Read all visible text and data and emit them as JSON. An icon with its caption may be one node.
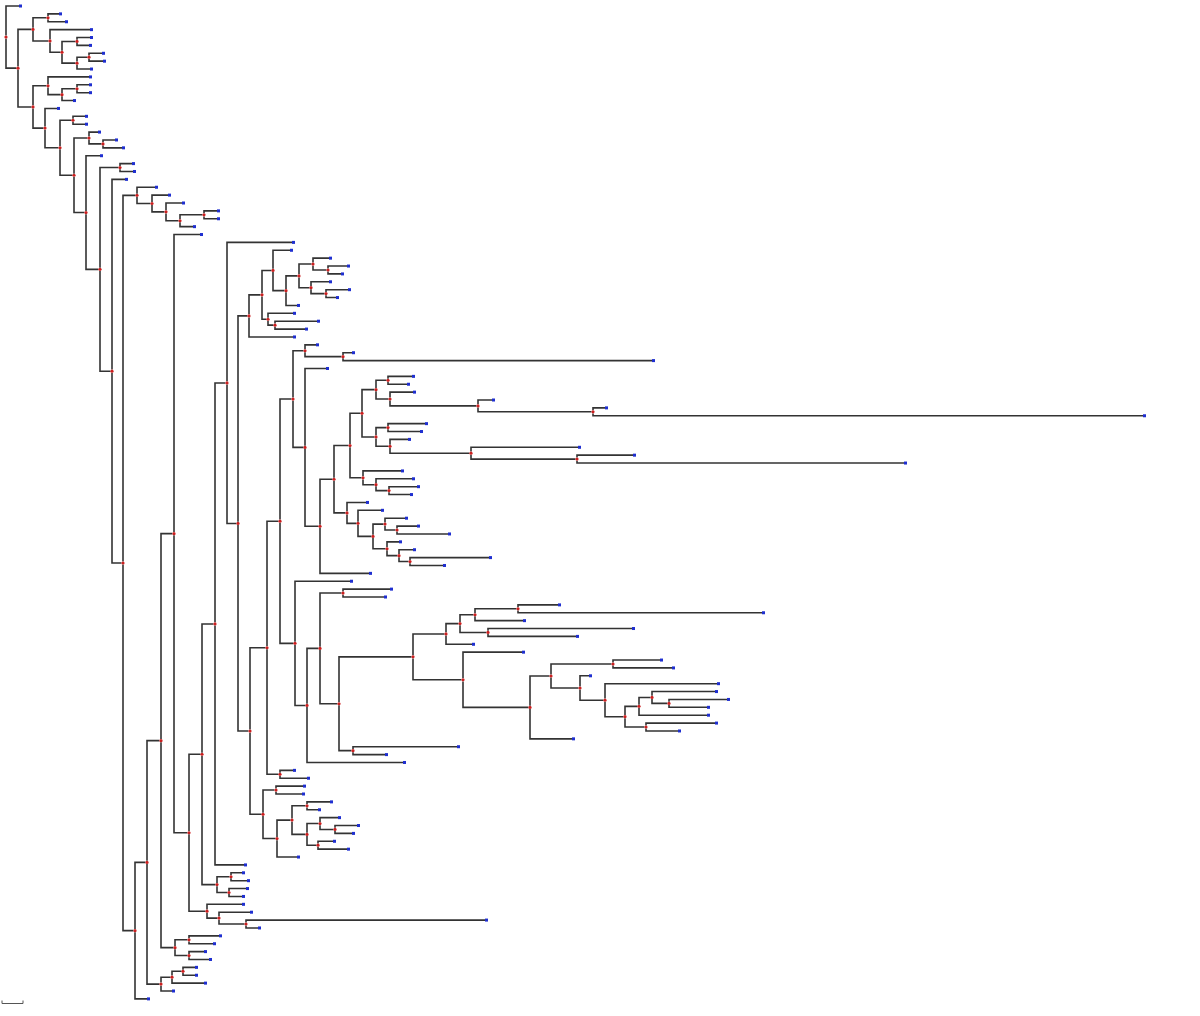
{
  "diagram": {
    "nodes": [
      {
        "text": [],
        "shape": "circle"
      },
      {
        "text": [],
        "shape": "box"
      },
      {
        "text": [],
        "shape": "circle"
      },
      {
        "text": [],
        "shape": "circle"
      },
      {
        "text": [],
        "shape": "circle"
      },
      {
        "text": [],
        "shape": "box"
      },
      {
        "text": [],
        "shape": "box"
      },
      {
        "text": [],
        "shape": "circle"
      },
      {
        "text": [],
        "shape": "box"
      },
      {
        "text": [],
        "shape": "circle"
      },
      {
        "text": [],
        "shape": "circle"
      },
      {
        "text": [],
        "shape": "box"
      },
      {
        "text": [],
        "shape": "box"
      },
      {
        "text": [],
        "shape": "circle"
      },
      {
        "text": [],
        "shape": "circle"
      },
      {
        "text": [],
        "shape": "box"
      },
      {
        "text": [],
        "shape": "box"
      },
      {
        "text": [],
        "shape": "box"
      },
      {
        "text": [],
        "shape": "circle"
      },
      {
        "text": [],
        "shape": "circle"
      },
      {
        "text": [],
        "shape": "box"
      },
      {
        "text": [],
        "shape": "circle"
      },
      {
        "text": [],
        "shape": "circle"
      },
      {
        "text": [],
        "shape": "box"
      },
      {
        "text": [],
        "shape": "box"
      },
      {
        "text": [],
        "shape": "box"
      },
      {
        "text": [],
        "shape": "circle"
      },
      {
        "text": [],
        "shape": "box"
      },
      {
        "text": [],
        "shape": "circle"
      },
      {
        "text": [],
        "shape": "circle"
      },
      {
        "text": [],
        "shape": "box"
      },
      {
        "text": [],
        "shape": "box"
      },
      {
        "text": [],
        "shape": "circle"
      },
      {
        "text": [],
        "shape": "circle"
      },
      {
        "text": [],
        "shape": "box"
      },
      {
        "text": [],
        "shape": "circle"
      },
      {
        "text": [],
        "shape": "box"
      },
      {
        "text": [],
        "shape": "box"
      },
      {
        "text": [],
        "shape": "circle"
      },
      {
        "text": [],
        "shape": "box"
      },
      {
        "text": [],
        "shape": "circle"
      },
      {
        "text": [],
        "shape": "circle"
      },
      {
        "text": [],
        "shape": "box"
      },
      {
        "text": [],
        "shape": "box"
      },
      {
        "text": [],
        "shape": "circle"
      },
      {
        "text": [],
        "shape": "box"
      },
      {
        "text": [],
        "shape": "circle"
      },
      {
        "text": [],
        "shape": "circle"
      },
      {
        "text": [],
        "shape": "box"
      },
      {
        "text": [],
        "shape": "circle"
      },
      {
        "text": [],
        "shape": "box"
      },
      {
        "text": [],
        "shape": "circle"
      },
      {
        "text": [],
        "shape": "box"
      },
      {
        "text": [],
        "shape": "circle"
      },
      {
        "text": [],
        "shape": "circle"
      },
      {
        "text": [],
        "shape": "box"
      },
      {
        "text": [],
        "shape": "box"
      },
      {
        "text": [],
        "shape": "box"
      },
      {
        "text": [],
        "shape": "circle"
      },
      {
        "text": [],
        "shape": "circle"
      },
      {
        "text": [],
        "shape": "circle"
      },
      {
        "text": [],
        "shape": "circle"
      },
      {
        "text": [],
        "shape": "box"
      },
      {
        "text": [],
        "shape": "circle"
      },
      {
        "text": [],
        "shape": "circle"
      },
      {
        "text": [],
        "shape": "circle"
      },
      {
        "text": [],
        "shape": "circle"
      },
      {
        "text": [],
        "shape": "box"
      },
      {
        "text": [],
        "shape": "circle"
      },
      {
        "text": [],
        "shape": "circle"
      },
      {
        "text": [],
        "shape": "circle"
      },
      {
        "text": [],
        "shape": "circle"
      },
      {
        "text": [],
        "shape": "box"
      },
      {
        "text": [],
        "shape": "circle"
      },
      {
        "text": [],
        "shape": "circle"
      },
      {
        "text": [],
        "shape": "circle"
      },
      {
        "text": [],
        "shape": "box"
      },
      {
        "text": [],
        "shape": "circle"
      },
      {
        "text": [],
        "shape": "box"
      },
      {
        "text": [],
        "shape": "box"
      },
      {
        "text": [],
        "shape": "circle"
      },
      {
        "text": [],
        "shape": "box"
      },
      {
        "text": [],
        "shape": "circle"
      },
      {
        "text": [],
        "shape": "box"
      },
      {
        "text": [],
        "shape": "box"
      },
      {
        "text": [],
        "shape": "box"
      },
      {
        "text": [],
        "shape": "circle"
      },
      {
        "text": [],
        "shape": "box"
      },
      {
        "text": [],
        "shape": "circle"
      },
      {
        "text": [],
        "shape": "box"
      },
      {
        "text": [],
        "shape": "box"
      },
      {
        "text": [],
        "shape": "box"
      },
      {
        "text": [],
        "shape": "circle"
      },
      {
        "text": [],
        "shape": "circle"
      },
      {
        "text": [],
        "shape": "circle"
      },
      {
        "text": [],
        "shape": "circle"
      },
      {
        "text": [],
        "shape": "circle"
      },
      {
        "text": [],
        "shape": "box"
      },
      {
        "text": [],
        "shape": "circle"
      },
      {
        "text": [],
        "shape": "box"
      },
      {
        "text": [],
        "shape": "box"
      },
      {
        "text": [],
        "shape": "circle"
      },
      {
        "text": [],
        "shape": "box"
      },
      {
        "text": [],
        "shape": "circle"
      },
      {
        "text": [],
        "shape": "circle"
      },
      {
        "text": [],
        "shape": "circle"
      },
      {
        "text": [],
        "shape": "circle"
      },
      {
        "text": [],
        "shape": "circle"
      },
      {
        "text": [],
        "shape": "circle"
      },
      {
        "text": [],
        "shape": "box"
      },
      {
        "text": [],
        "shape": "box"
      },
      {
        "text": [],
        "shape": "circle"
      },
      {
        "text": [],
        "shape": "box"
      },
      {
        "text": [],
        "shape": "circle"
      },
      {
        "text": [],
        "shape": "box"
      },
      {
        "text": [],
        "shape": "circle"
      },
      {
        "text": [],
        "shape": "box"
      },
      {
        "text": [],
        "shape": "box"
      },
      {
        "text": [],
        "shape": "circle"
      },
      {
        "text": [],
        "shape": "circle"
      },
      {
        "text": [],
        "shape": "box"
      },
      {
        "text": [],
        "shape": "box"
      },
      {
        "text": [],
        "shape": "circle"
      },
      {
        "text": [],
        "shape": "box"
      },
      {
        "text": [],
        "shape": "circle"
      },
      {
        "text": [],
        "shape": "box"
      },
      {
        "text": [],
        "shape": "circle"
      },
      {
        "text": [],
        "shape": "box"
      },
      {
        "text": [],
        "shape": "box"
      },
      {
        "text": [],
        "shape": "circle"
      },
      {
        "text": [],
        "shape": "box"
      },
      {
        "text": [],
        "shape": "circle"
      },
      {
        "text": [],
        "shape": "box"
      },
      {
        "text": [],
        "shape": "circle"
      },
      {
        "text": [],
        "shape": "box"
      },
      {
        "text": [],
        "shape": "box"
      },
      {
        "text": [],
        "shape": "circle"
      },
      {
        "text": [],
        "shape": "box"
      },
      {
        "text": [],
        "shape": "circle"
      },
      {
        "text": [],
        "shape": "box"
      },
      {
        "text": [],
        "shape": "circle"
      },
      {
        "text": [],
        "shape": "circle"
      },
      {
        "text": [],
        "shape": "box"
      },
      {
        "text": [],
        "shape": "circle"
      },
      {
        "text": [],
        "shape": "box"
      },
      {
        "text": [],
        "shape": "box"
      },
      {
        "text": [],
        "shape": "circle"
      },
      {
        "text": [],
        "shape": "box"
      },
      {
        "text": [],
        "shape": "circle"
      },
      {
        "text": [],
        "shape": "box"
      },
      {
        "text": [],
        "shape": "circle"
      },
      {
        "text": [],
        "shape": "box"
      },
      {
        "text": [],
        "shape": "box"
      },
      {
        "text": [],
        "shape": "box"
      },
      {
        "text": [],
        "shape": "circle"
      },
      {
        "text": [],
        "shape": "box"
      },
      {
        "text": [],
        "shape": "circle"
      },
      {
        "text": [],
        "shape": "circle"
      },
      {
        "text": [],
        "shape": "circle"
      },
      {
        "text": [],
        "shape": "box"
      },
      {
        "text": [],
        "shape": "box"
      },
      {
        "text": [],
        "shape": "circle"
      },
      {
        "text": [],
        "shape": "circle"
      },
      {
        "text": [],
        "shape": "circle"
      },
      {
        "text": [],
        "shape": "circle"
      },
      {
        "text": [],
        "shape": "circle"
      },
      {
        "text": [],
        "shape": "circle"
      },
      {
        "text": [],
        "shape": "box"
      },
      {
        "text": [],
        "shape": "box"
      },
      {
        "text": [],
        "shape": "box"
      },
      {
        "text": [],
        "shape": "circle"
      },
      {
        "text": [],
        "shape": "box"
      },
      {
        "text": [],
        "shape": "box"
      },
      {
        "text": [],
        "shape": "box"
      },
      {
        "text": [],
        "shape": "circle"
      },
      {
        "text": [],
        "shape": "box"
      },
      {
        "text": [],
        "shape": "circle"
      },
      {
        "text": [],
        "shape": "circle"
      },
      {
        "text": [],
        "shape": "circle"
      },
      {
        "text": [],
        "shape": "box"
      },
      {
        "text": [],
        "shape": "box"
      },
      {
        "text": [],
        "shape": "circle"
      },
      {
        "text": [],
        "shape": "box"
      },
      {
        "text": [],
        "shape": "circle"
      },
      {
        "text": [],
        "shape": "box"
      },
      {
        "text": [],
        "shape": "circle"
      },
      {
        "text": [],
        "shape": "circle"
      },
      {
        "text": [],
        "shape": "circle"
      },
      {
        "text": [],
        "shape": "box"
      },
      {
        "text": [],
        "shape": "circle"
      },
      {
        "text": [],
        "shape": "box"
      },
      {
        "text": [],
        "shape": "box"
      },
      {
        "text": [],
        "shape": "box"
      },
      {
        "text": [],
        "shape": "circle"
      },
      {
        "text": [],
        "shape": "box"
      },
      {
        "text": [],
        "shape": "box"
      },
      {
        "text": [],
        "shape": "box"
      },
      {
        "text": [],
        "shape": "circle"
      },
      {
        "text": [],
        "shape": "box"
      },
      {
        "text": [],
        "shape": "box"
      },
      {
        "text": [],
        "shape": "box"
      },
      {
        "text": [],
        "shape": "circle"
      },
      {
        "text": [],
        "shape": "box"
      },
      {
        "text": [],
        "shape": "box"
      },
      {
        "text": [],
        "shape": "circle"
      },
      {
        "text": [],
        "shape": "circle"
      },
      {
        "text": [],
        "shape": "box"
      },
      {
        "text": [],
        "shape": "box"
      },
      {
        "text": [],
        "shape": "circle"
      },
      {
        "text": [],
        "shape": "circle"
      },
      {
        "text": [],
        "shape": "circle"
      },
      {
        "text": [],
        "shape": "box"
      },
      {
        "text": [],
        "shape": "box"
      },
      {
        "text": [],
        "shape": "circle"
      },
      {
        "text": [],
        "shape": "circle"
      },
      {
        "text": [],
        "shape": "box"
      },
      {
        "text": [],
        "shape": "circle"
      },
      {
        "text": [],
        "shape": "box"
      },
      {
        "text": [],
        "shape": "box"
      },
      {
        "text": [],
        "shape": "circle"
      },
      {
        "text": [],
        "shape": "box"
      },
      {
        "text": [],
        "shape": "box"
      },
      {
        "text": [],
        "shape": "box"
      },
      {
        "text": [],
        "shape": "box"
      },
      {
        "text": [],
        "shape": "circle"
      },
      {
        "text": [],
        "shape": "circle"
      },
      {
        "text": [],
        "shape": "box"
      },
      {
        "text": [],
        "shape": "box"
      },
      {
        "text": [],
        "shape": "circle"
      },
      {
        "text": [],
        "shape": "box"
      },
      {
        "text": [],
        "shape": "box"
      },
      {
        "text": [],
        "shape": "circle"
      },
      {
        "text": [],
        "shape": "box"
      },
      {
        "text": [],
        "shape": "circle"
      },
      {
        "text": [],
        "shape": "box"
      },
      {
        "text": [],
        "shape": "circle"
      },
      {
        "text": [],
        "shape": "box"
      },
      {
        "text": [],
        "shape": "box"
      },
      {
        "text": [],
        "shape": "circle"
      },
      {
        "text": [],
        "shape": "circle"
      },
      {
        "text": [],
        "shape": "box"
      },
      {
        "text": [],
        "shape": "box"
      },
      {
        "text": [],
        "shape": "circle"
      },
      {
        "text": [],
        "shape": "box"
      },
      {
        "text": [],
        "shape": "box"
      },
      {
        "text": [],
        "shape": "circle"
      },
      {
        "text": [],
        "shape": "circle"
      },
      {
        "text": [],
        "shape": "circle"
      },
      {
        "text": [],
        "shape": "box"
      },
      {
        "text": [],
        "shape": "box"
      },
      {
        "text": [],
        "shape": "box"
      },
      {
        "text": [],
        "shape": "box"
      },
      {
        "text": [],
        "shape": "box"
      }
    ],
    "edges": [
      {
        "from": 0,
        "to": 1,
        "arrow": "none"
      },
      {
        "from": 0,
        "to": 2,
        "arrow": "none"
      },
      {
        "from": 2,
        "to": 3,
        "arrow": "none"
      },
      {
        "from": 3,
        "to": 4,
        "arrow": "none"
      },
      {
        "from": 4,
        "to": 5,
        "arrow": "none"
      },
      {
        "from": 4,
        "to": 6,
        "arrow": "none"
      },
      {
        "from": 3,
        "to": 7,
        "arrow": "none"
      },
      {
        "from": 7,
        "to": 8,
        "arrow": "none"
      },
      {
        "from": 7,
        "to": 9,
        "arrow": "none"
      },
      {
        "from": 9,
        "to": 10,
        "arrow": "none"
      },
      {
        "from": 10,
        "to": 11,
        "arrow": "none"
      },
      {
        "from": 10,
        "to": 12,
        "arrow": "none"
      },
      {
        "from": 9,
        "to": 13,
        "arrow": "none"
      },
      {
        "from": 13,
        "to": 14,
        "arrow": "none"
      },
      {
        "from": 14,
        "to": 15,
        "arrow": "none"
      },
      {
        "from": 14,
        "to": 16,
        "arrow": "none"
      },
      {
        "from": 13,
        "to": 17,
        "arrow": "none"
      },
      {
        "from": 2,
        "to": 18,
        "arrow": "none"
      },
      {
        "from": 18,
        "to": 19,
        "arrow": "none"
      },
      {
        "from": 19,
        "to": 20,
        "arrow": "none"
      },
      {
        "from": 19,
        "to": 21,
        "arrow": "none"
      },
      {
        "from": 21,
        "to": 22,
        "arrow": "none"
      },
      {
        "from": 22,
        "to": 23,
        "arrow": "none"
      },
      {
        "from": 22,
        "to": 24,
        "arrow": "none"
      },
      {
        "from": 21,
        "to": 25,
        "arrow": "none"
      },
      {
        "from": 18,
        "to": 26,
        "arrow": "none"
      },
      {
        "from": 26,
        "to": 27,
        "arrow": "none"
      },
      {
        "from": 26,
        "to": 28,
        "arrow": "none"
      },
      {
        "from": 28,
        "to": 29,
        "arrow": "none"
      },
      {
        "from": 29,
        "to": 30,
        "arrow": "none"
      },
      {
        "from": 29,
        "to": 31,
        "arrow": "none"
      },
      {
        "from": 28,
        "to": 32,
        "arrow": "none"
      },
      {
        "from": 32,
        "to": 33,
        "arrow": "none"
      },
      {
        "from": 33,
        "to": 34,
        "arrow": "none"
      },
      {
        "from": 33,
        "to": 35,
        "arrow": "none"
      },
      {
        "from": 35,
        "to": 36,
        "arrow": "none"
      },
      {
        "from": 35,
        "to": 37,
        "arrow": "none"
      },
      {
        "from": 32,
        "to": 38,
        "arrow": "none"
      },
      {
        "from": 38,
        "to": 39,
        "arrow": "none"
      },
      {
        "from": 38,
        "to": 40,
        "arrow": "none"
      },
      {
        "from": 40,
        "to": 41,
        "arrow": "none"
      },
      {
        "from": 41,
        "to": 42,
        "arrow": "none"
      },
      {
        "from": 41,
        "to": 43,
        "arrow": "none"
      },
      {
        "from": 40,
        "to": 44,
        "arrow": "none"
      },
      {
        "from": 44,
        "to": 45,
        "arrow": "none"
      },
      {
        "from": 44,
        "to": 46,
        "arrow": "none"
      },
      {
        "from": 46,
        "to": 47,
        "arrow": "none"
      },
      {
        "from": 47,
        "to": 48,
        "arrow": "none"
      },
      {
        "from": 47,
        "to": 49,
        "arrow": "none"
      },
      {
        "from": 49,
        "to": 50,
        "arrow": "none"
      },
      {
        "from": 49,
        "to": 51,
        "arrow": "none"
      },
      {
        "from": 51,
        "to": 52,
        "arrow": "none"
      },
      {
        "from": 51,
        "to": 53,
        "arrow": "none"
      },
      {
        "from": 53,
        "to": 54,
        "arrow": "none"
      },
      {
        "from": 54,
        "to": 55,
        "arrow": "none"
      },
      {
        "from": 54,
        "to": 56,
        "arrow": "none"
      },
      {
        "from": 53,
        "to": 57,
        "arrow": "none"
      },
      {
        "from": 46,
        "to": 58,
        "arrow": "none"
      },
      {
        "from": 58,
        "to": 59,
        "arrow": "none"
      },
      {
        "from": 59,
        "to": 60,
        "arrow": "none"
      },
      {
        "from": 60,
        "to": 61,
        "arrow": "none"
      },
      {
        "from": 61,
        "to": 62,
        "arrow": "none"
      },
      {
        "from": 61,
        "to": 63,
        "arrow": "none"
      },
      {
        "from": 63,
        "to": 64,
        "arrow": "none"
      },
      {
        "from": 64,
        "to": 65,
        "arrow": "none"
      },
      {
        "from": 65,
        "to": 66,
        "arrow": "none"
      },
      {
        "from": 66,
        "to": 67,
        "arrow": "none"
      },
      {
        "from": 66,
        "to": 68,
        "arrow": "none"
      },
      {
        "from": 68,
        "to": 69,
        "arrow": "none"
      },
      {
        "from": 69,
        "to": 70,
        "arrow": "none"
      },
      {
        "from": 70,
        "to": 71,
        "arrow": "none"
      },
      {
        "from": 71,
        "to": 72,
        "arrow": "none"
      },
      {
        "from": 71,
        "to": 73,
        "arrow": "none"
      },
      {
        "from": 73,
        "to": 74,
        "arrow": "none"
      },
      {
        "from": 74,
        "to": 75,
        "arrow": "none"
      },
      {
        "from": 75,
        "to": 76,
        "arrow": "none"
      },
      {
        "from": 75,
        "to": 77,
        "arrow": "none"
      },
      {
        "from": 77,
        "to": 78,
        "arrow": "none"
      },
      {
        "from": 77,
        "to": 79,
        "arrow": "none"
      },
      {
        "from": 74,
        "to": 80,
        "arrow": "none"
      },
      {
        "from": 80,
        "to": 81,
        "arrow": "none"
      },
      {
        "from": 80,
        "to": 82,
        "arrow": "none"
      },
      {
        "from": 82,
        "to": 83,
        "arrow": "none"
      },
      {
        "from": 82,
        "to": 84,
        "arrow": "none"
      },
      {
        "from": 73,
        "to": 85,
        "arrow": "none"
      },
      {
        "from": 70,
        "to": 86,
        "arrow": "none"
      },
      {
        "from": 86,
        "to": 87,
        "arrow": "none"
      },
      {
        "from": 86,
        "to": 88,
        "arrow": "none"
      },
      {
        "from": 88,
        "to": 89,
        "arrow": "none"
      },
      {
        "from": 88,
        "to": 90,
        "arrow": "none"
      },
      {
        "from": 69,
        "to": 91,
        "arrow": "none"
      },
      {
        "from": 68,
        "to": 92,
        "arrow": "none"
      },
      {
        "from": 92,
        "to": 93,
        "arrow": "none"
      },
      {
        "from": 93,
        "to": 94,
        "arrow": "none"
      },
      {
        "from": 94,
        "to": 95,
        "arrow": "none"
      },
      {
        "from": 95,
        "to": 96,
        "arrow": "none"
      },
      {
        "from": 96,
        "to": 97,
        "arrow": "none"
      },
      {
        "from": 96,
        "to": 98,
        "arrow": "none"
      },
      {
        "from": 98,
        "to": 99,
        "arrow": "none"
      },
      {
        "from": 98,
        "to": 100,
        "arrow": "none"
      },
      {
        "from": 95,
        "to": 101,
        "arrow": "none"
      },
      {
        "from": 101,
        "to": 102,
        "arrow": "none"
      },
      {
        "from": 101,
        "to": 103,
        "arrow": "none"
      },
      {
        "from": 103,
        "to": 104,
        "arrow": "none"
      },
      {
        "from": 104,
        "to": 105,
        "arrow": "none"
      },
      {
        "from": 105,
        "to": 106,
        "arrow": "none"
      },
      {
        "from": 106,
        "to": 107,
        "arrow": "none"
      },
      {
        "from": 107,
        "to": 108,
        "arrow": "none"
      },
      {
        "from": 108,
        "to": 109,
        "arrow": "none"
      },
      {
        "from": 108,
        "to": 110,
        "arrow": "none"
      },
      {
        "from": 107,
        "to": 111,
        "arrow": "none"
      },
      {
        "from": 111,
        "to": 112,
        "arrow": "none"
      },
      {
        "from": 111,
        "to": 113,
        "arrow": "none"
      },
      {
        "from": 113,
        "to": 114,
        "arrow": "none"
      },
      {
        "from": 113,
        "to": 115,
        "arrow": "none"
      },
      {
        "from": 115,
        "to": 116,
        "arrow": "none"
      },
      {
        "from": 115,
        "to": 117,
        "arrow": "none"
      },
      {
        "from": 106,
        "to": 118,
        "arrow": "none"
      },
      {
        "from": 118,
        "to": 119,
        "arrow": "none"
      },
      {
        "from": 119,
        "to": 120,
        "arrow": "none"
      },
      {
        "from": 119,
        "to": 121,
        "arrow": "none"
      },
      {
        "from": 118,
        "to": 122,
        "arrow": "none"
      },
      {
        "from": 122,
        "to": 123,
        "arrow": "none"
      },
      {
        "from": 122,
        "to": 124,
        "arrow": "none"
      },
      {
        "from": 124,
        "to": 125,
        "arrow": "none"
      },
      {
        "from": 124,
        "to": 126,
        "arrow": "none"
      },
      {
        "from": 126,
        "to": 127,
        "arrow": "none"
      },
      {
        "from": 126,
        "to": 128,
        "arrow": "none"
      },
      {
        "from": 105,
        "to": 129,
        "arrow": "none"
      },
      {
        "from": 129,
        "to": 130,
        "arrow": "none"
      },
      {
        "from": 129,
        "to": 131,
        "arrow": "none"
      },
      {
        "from": 131,
        "to": 132,
        "arrow": "none"
      },
      {
        "from": 131,
        "to": 133,
        "arrow": "none"
      },
      {
        "from": 133,
        "to": 134,
        "arrow": "none"
      },
      {
        "from": 133,
        "to": 135,
        "arrow": "none"
      },
      {
        "from": 104,
        "to": 136,
        "arrow": "none"
      },
      {
        "from": 136,
        "to": 137,
        "arrow": "none"
      },
      {
        "from": 136,
        "to": 138,
        "arrow": "none"
      },
      {
        "from": 138,
        "to": 139,
        "arrow": "none"
      },
      {
        "from": 138,
        "to": 140,
        "arrow": "none"
      },
      {
        "from": 140,
        "to": 141,
        "arrow": "none"
      },
      {
        "from": 141,
        "to": 142,
        "arrow": "none"
      },
      {
        "from": 141,
        "to": 143,
        "arrow": "none"
      },
      {
        "from": 143,
        "to": 144,
        "arrow": "none"
      },
      {
        "from": 143,
        "to": 145,
        "arrow": "none"
      },
      {
        "from": 140,
        "to": 146,
        "arrow": "none"
      },
      {
        "from": 146,
        "to": 147,
        "arrow": "none"
      },
      {
        "from": 146,
        "to": 148,
        "arrow": "none"
      },
      {
        "from": 148,
        "to": 149,
        "arrow": "none"
      },
      {
        "from": 148,
        "to": 150,
        "arrow": "none"
      },
      {
        "from": 150,
        "to": 151,
        "arrow": "none"
      },
      {
        "from": 150,
        "to": 152,
        "arrow": "none"
      },
      {
        "from": 103,
        "to": 153,
        "arrow": "none"
      },
      {
        "from": 94,
        "to": 154,
        "arrow": "none"
      },
      {
        "from": 154,
        "to": 155,
        "arrow": "none"
      },
      {
        "from": 154,
        "to": 156,
        "arrow": "none"
      },
      {
        "from": 156,
        "to": 157,
        "arrow": "none"
      },
      {
        "from": 157,
        "to": 158,
        "arrow": "none"
      },
      {
        "from": 158,
        "to": 159,
        "arrow": "none"
      },
      {
        "from": 158,
        "to": 160,
        "arrow": "none"
      },
      {
        "from": 157,
        "to": 161,
        "arrow": "none"
      },
      {
        "from": 161,
        "to": 162,
        "arrow": "none"
      },
      {
        "from": 162,
        "to": 163,
        "arrow": "none"
      },
      {
        "from": 163,
        "to": 164,
        "arrow": "none"
      },
      {
        "from": 164,
        "to": 165,
        "arrow": "none"
      },
      {
        "from": 165,
        "to": 166,
        "arrow": "none"
      },
      {
        "from": 166,
        "to": 167,
        "arrow": "none"
      },
      {
        "from": 166,
        "to": 168,
        "arrow": "none"
      },
      {
        "from": 165,
        "to": 169,
        "arrow": "none"
      },
      {
        "from": 164,
        "to": 170,
        "arrow": "none"
      },
      {
        "from": 170,
        "to": 171,
        "arrow": "none"
      },
      {
        "from": 170,
        "to": 172,
        "arrow": "none"
      },
      {
        "from": 163,
        "to": 173,
        "arrow": "none"
      },
      {
        "from": 162,
        "to": 174,
        "arrow": "none"
      },
      {
        "from": 174,
        "to": 175,
        "arrow": "none"
      },
      {
        "from": 174,
        "to": 176,
        "arrow": "none"
      },
      {
        "from": 176,
        "to": 177,
        "arrow": "none"
      },
      {
        "from": 177,
        "to": 178,
        "arrow": "none"
      },
      {
        "from": 178,
        "to": 179,
        "arrow": "none"
      },
      {
        "from": 178,
        "to": 180,
        "arrow": "none"
      },
      {
        "from": 177,
        "to": 181,
        "arrow": "none"
      },
      {
        "from": 181,
        "to": 182,
        "arrow": "none"
      },
      {
        "from": 181,
        "to": 183,
        "arrow": "none"
      },
      {
        "from": 183,
        "to": 184,
        "arrow": "none"
      },
      {
        "from": 183,
        "to": 185,
        "arrow": "none"
      },
      {
        "from": 185,
        "to": 186,
        "arrow": "none"
      },
      {
        "from": 186,
        "to": 187,
        "arrow": "none"
      },
      {
        "from": 187,
        "to": 188,
        "arrow": "none"
      },
      {
        "from": 187,
        "to": 189,
        "arrow": "none"
      },
      {
        "from": 189,
        "to": 190,
        "arrow": "none"
      },
      {
        "from": 189,
        "to": 191,
        "arrow": "none"
      },
      {
        "from": 186,
        "to": 192,
        "arrow": "none"
      },
      {
        "from": 185,
        "to": 193,
        "arrow": "none"
      },
      {
        "from": 193,
        "to": 194,
        "arrow": "none"
      },
      {
        "from": 193,
        "to": 195,
        "arrow": "none"
      },
      {
        "from": 176,
        "to": 196,
        "arrow": "none"
      },
      {
        "from": 161,
        "to": 197,
        "arrow": "none"
      },
      {
        "from": 197,
        "to": 198,
        "arrow": "none"
      },
      {
        "from": 197,
        "to": 199,
        "arrow": "none"
      },
      {
        "from": 156,
        "to": 200,
        "arrow": "none"
      },
      {
        "from": 93,
        "to": 201,
        "arrow": "none"
      },
      {
        "from": 201,
        "to": 202,
        "arrow": "none"
      },
      {
        "from": 201,
        "to": 203,
        "arrow": "none"
      },
      {
        "from": 92,
        "to": 204,
        "arrow": "none"
      },
      {
        "from": 204,
        "to": 205,
        "arrow": "none"
      },
      {
        "from": 205,
        "to": 206,
        "arrow": "none"
      },
      {
        "from": 205,
        "to": 207,
        "arrow": "none"
      },
      {
        "from": 204,
        "to": 208,
        "arrow": "none"
      },
      {
        "from": 208,
        "to": 209,
        "arrow": "none"
      },
      {
        "from": 209,
        "to": 210,
        "arrow": "none"
      },
      {
        "from": 210,
        "to": 211,
        "arrow": "none"
      },
      {
        "from": 210,
        "to": 212,
        "arrow": "none"
      },
      {
        "from": 209,
        "to": 213,
        "arrow": "none"
      },
      {
        "from": 213,
        "to": 214,
        "arrow": "none"
      },
      {
        "from": 214,
        "to": 215,
        "arrow": "none"
      },
      {
        "from": 214,
        "to": 216,
        "arrow": "none"
      },
      {
        "from": 216,
        "to": 217,
        "arrow": "none"
      },
      {
        "from": 216,
        "to": 218,
        "arrow": "none"
      },
      {
        "from": 213,
        "to": 219,
        "arrow": "none"
      },
      {
        "from": 219,
        "to": 220,
        "arrow": "none"
      },
      {
        "from": 219,
        "to": 221,
        "arrow": "none"
      },
      {
        "from": 208,
        "to": 222,
        "arrow": "none"
      },
      {
        "from": 65,
        "to": 223,
        "arrow": "none"
      },
      {
        "from": 64,
        "to": 224,
        "arrow": "none"
      },
      {
        "from": 224,
        "to": 225,
        "arrow": "none"
      },
      {
        "from": 225,
        "to": 226,
        "arrow": "none"
      },
      {
        "from": 225,
        "to": 227,
        "arrow": "none"
      },
      {
        "from": 224,
        "to": 228,
        "arrow": "none"
      },
      {
        "from": 228,
        "to": 229,
        "arrow": "none"
      },
      {
        "from": 228,
        "to": 230,
        "arrow": "none"
      },
      {
        "from": 63,
        "to": 231,
        "arrow": "none"
      },
      {
        "from": 231,
        "to": 232,
        "arrow": "none"
      },
      {
        "from": 231,
        "to": 233,
        "arrow": "none"
      },
      {
        "from": 233,
        "to": 234,
        "arrow": "none"
      },
      {
        "from": 233,
        "to": 235,
        "arrow": "none"
      },
      {
        "from": 235,
        "to": 236,
        "arrow": "none"
      },
      {
        "from": 235,
        "to": 237,
        "arrow": "none"
      },
      {
        "from": 60,
        "to": 238,
        "arrow": "none"
      },
      {
        "from": 238,
        "to": 239,
        "arrow": "none"
      },
      {
        "from": 239,
        "to": 240,
        "arrow": "none"
      },
      {
        "from": 239,
        "to": 241,
        "arrow": "none"
      },
      {
        "from": 238,
        "to": 242,
        "arrow": "none"
      },
      {
        "from": 242,
        "to": 243,
        "arrow": "none"
      },
      {
        "from": 242,
        "to": 244,
        "arrow": "none"
      },
      {
        "from": 59,
        "to": 245,
        "arrow": "none"
      },
      {
        "from": 245,
        "to": 246,
        "arrow": "none"
      },
      {
        "from": 246,
        "to": 247,
        "arrow": "none"
      },
      {
        "from": 247,
        "to": 248,
        "arrow": "none"
      },
      {
        "from": 247,
        "to": 249,
        "arrow": "none"
      },
      {
        "from": 246,
        "to": 250,
        "arrow": "none"
      },
      {
        "from": 245,
        "to": 251,
        "arrow": "none"
      },
      {
        "from": 58,
        "to": 252,
        "arrow": "none"
      }
    ]
  }
}
